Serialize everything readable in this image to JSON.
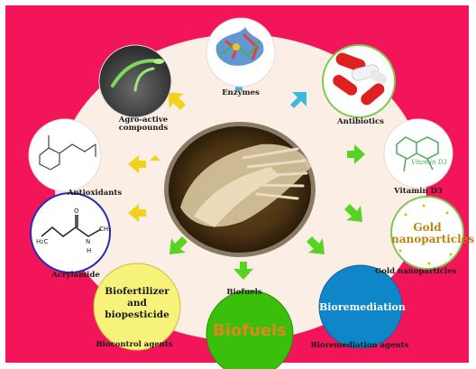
{
  "labels": {
    "enzymes": "Enzymes",
    "antibiotics": "Antibiotics",
    "vitamin_d3": "Vitamin D3",
    "gold_nanoparticles": "Gold nanoparticles",
    "bioremediation_agents": "Bioremediation agents",
    "biofuels": "Biofuels",
    "biocontrol_agents": "Biocontrol agents",
    "acrylamide": "Acrylamide",
    "antioxidants": "Antioxidants",
    "agro_active_line1": "Agro-active",
    "agro_active_line2": "compounds"
  },
  "circle_text": {
    "gold_line1": "Gold",
    "gold_line2": "nanoparticles",
    "bioremediation": "Bioremediation",
    "biofuels": "Biofuels",
    "biofertilizer_line1": "Biofertilizer",
    "biofertilizer_line2": "and",
    "biofertilizer_line3": "biopesticide",
    "vitamin_d3": "Vitamin D3"
  },
  "colors": {
    "background": "#f2155a",
    "inner_ring": "#fbeee4",
    "arrow_cyan": "#3fb9d8",
    "arrow_yellow": "#f4d11b",
    "arrow_green": "#57d423",
    "gold_text": "#b8860b",
    "bioremediation_fill": "#0f86c8",
    "biofuels_fill": "#3bbf0d",
    "biofertilizer_fill": "#f7f27a"
  }
}
